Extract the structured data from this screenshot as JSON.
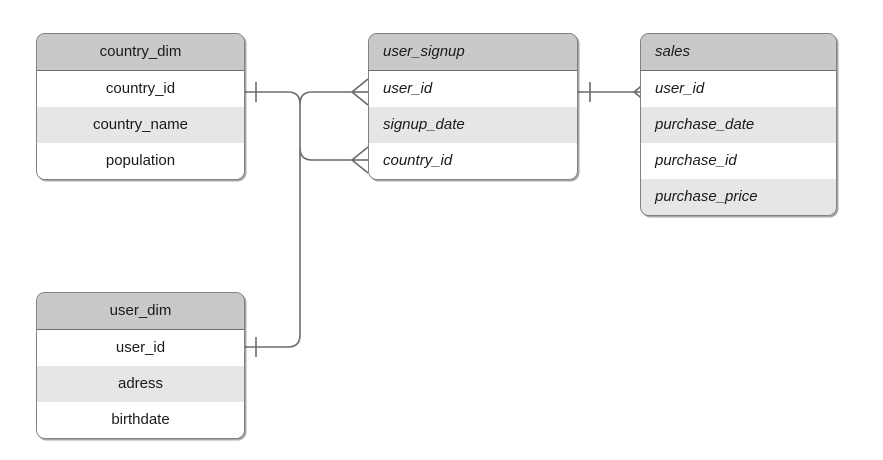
{
  "diagram": {
    "type": "entity-relationship-diagram",
    "background_color": "#ffffff",
    "line_color": "#6b6b6b",
    "header_fill": "#c9c9c9",
    "row_fill": "#ffffff",
    "row_alt_fill": "#e6e6e6",
    "border_color": "#828282"
  },
  "entities": [
    {
      "id": "country_dim",
      "title": "country_dim",
      "text_style": "center",
      "attributes": [
        {
          "name": "country_id",
          "shaded": false
        },
        {
          "name": "country_name",
          "shaded": true
        },
        {
          "name": "population",
          "shaded": false
        }
      ]
    },
    {
      "id": "user_signup",
      "title": "user_signup",
      "text_style": "italic",
      "attributes": [
        {
          "name": "user_id",
          "shaded": false
        },
        {
          "name": "signup_date",
          "shaded": true
        },
        {
          "name": "country_id",
          "shaded": false
        }
      ]
    },
    {
      "id": "sales",
      "title": "sales",
      "text_style": "italic",
      "attributes": [
        {
          "name": "user_id",
          "shaded": false
        },
        {
          "name": "purchase_date",
          "shaded": true
        },
        {
          "name": "purchase_id",
          "shaded": false
        },
        {
          "name": "purchase_price",
          "shaded": true
        }
      ]
    },
    {
      "id": "user_dim",
      "title": "user_dim",
      "text_style": "center",
      "attributes": [
        {
          "name": "user_id",
          "shaded": false
        },
        {
          "name": "adress",
          "shaded": true
        },
        {
          "name": "birthdate",
          "shaded": false
        }
      ]
    }
  ],
  "relationships": [
    {
      "id": "country_dim-to-user_signup",
      "from_entity": "country_dim",
      "from_attribute": "country_id",
      "from_cardinality": "one",
      "to_entity": "user_signup",
      "to_attribute": "country_id",
      "to_cardinality": "many"
    },
    {
      "id": "user_dim-to-user_signup",
      "from_entity": "user_dim",
      "from_attribute": "user_id",
      "from_cardinality": "one",
      "to_entity": "user_signup",
      "to_attribute": "user_id",
      "to_cardinality": "many"
    },
    {
      "id": "user_signup-to-sales",
      "from_entity": "user_signup",
      "from_attribute": "user_id",
      "from_cardinality": "one",
      "to_entity": "sales",
      "to_attribute": "user_id",
      "to_cardinality": "many"
    }
  ]
}
